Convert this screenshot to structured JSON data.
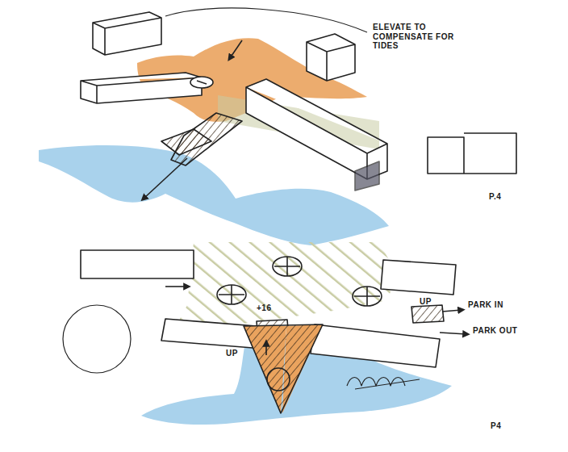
{
  "diagram": {
    "labels": [
      "ELEVATE TO COMPENSATE FOR TIDES",
      "P.4",
      "+16",
      "UP",
      "UP",
      "PARK IN",
      "PARK OUT",
      "P4"
    ]
  }
}
